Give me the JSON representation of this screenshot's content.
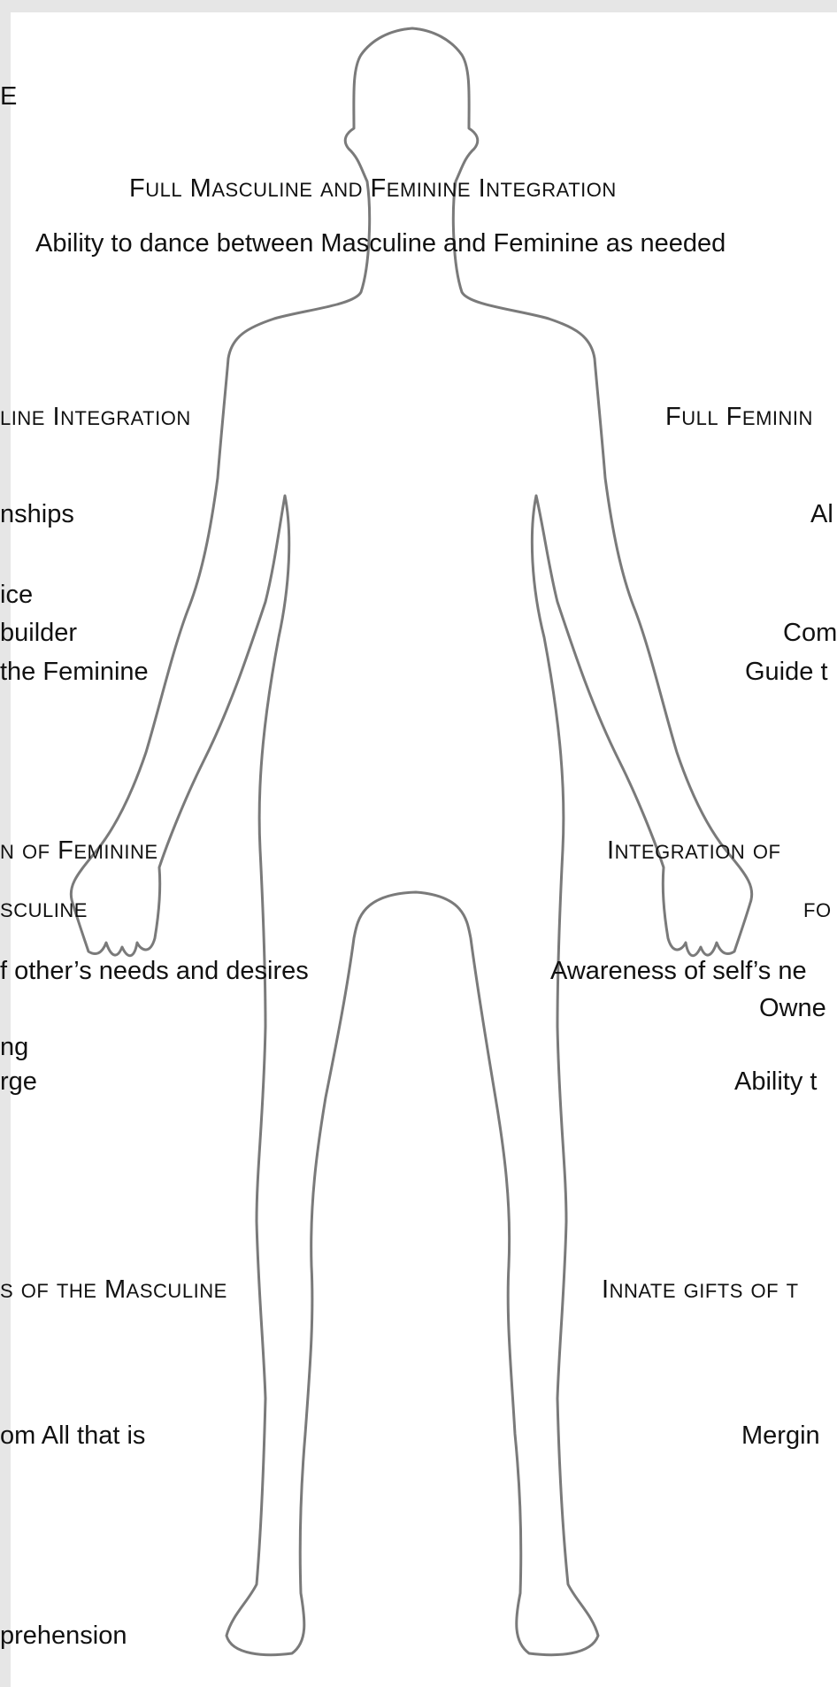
{
  "header_letter": "E",
  "top": {
    "heading": "Full Masculine and Feminine Integration",
    "subheading": "Ability to dance between Masculine and Feminine as needed"
  },
  "left": {
    "heading_1": "line Integration",
    "items_1": [
      "nships",
      "ice",
      "builder",
      "the Feminine"
    ],
    "heading_2_line1": "n of Feminine",
    "heading_2_line2": "sculine",
    "items_2": [
      "f other’s needs and desires",
      "ng",
      "rge"
    ],
    "heading_3": "s of the Masculine",
    "items_3": [
      "om All that is",
      "prehension"
    ]
  },
  "right": {
    "heading_1": "Full Feminin",
    "items_1": [
      "Al",
      "Com",
      "Guide t"
    ],
    "heading_2_line1": "Integration of",
    "heading_2_line2": "fo",
    "items_2": [
      "Awareness of self’s ne",
      "Owne",
      "Ability t"
    ],
    "heading_3": "Innate gifts of t",
    "items_3": [
      "Mergin"
    ]
  }
}
